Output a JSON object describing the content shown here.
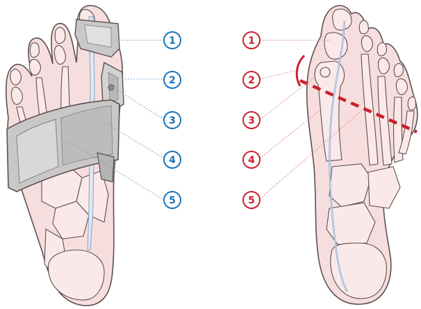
{
  "colors": {
    "skin": "#f7dede",
    "bone": "#fbe9e9",
    "outline": "#5a5050",
    "brace": "#c9c7c7",
    "brace_light": "#e1e0e0",
    "brace_dark": "#8e8b8b",
    "splint": "#dfe7f4",
    "blue": "#1a73b8",
    "red": "#c8202b",
    "leader_blue": "#7aa4cc",
    "leader_red": "#d98a90"
  },
  "left_callouts": [
    {
      "label": "1"
    },
    {
      "label": "2"
    },
    {
      "label": "3"
    },
    {
      "label": "4"
    },
    {
      "label": "5"
    }
  ],
  "right_callouts": [
    {
      "label": "1"
    },
    {
      "label": "2"
    },
    {
      "label": "3"
    },
    {
      "label": "4"
    },
    {
      "label": "5"
    }
  ]
}
